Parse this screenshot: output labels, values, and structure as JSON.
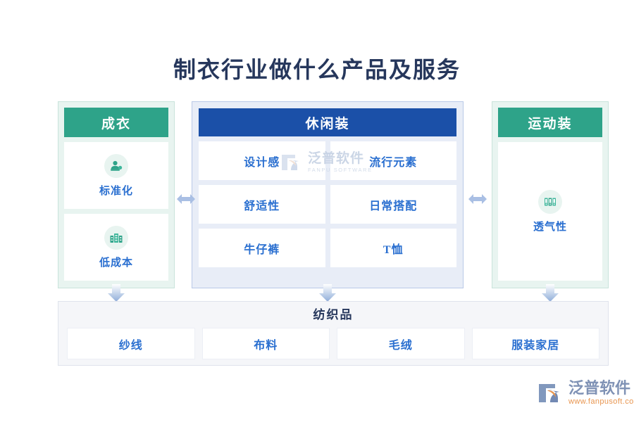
{
  "page": {
    "title": "制衣行业做什么产品及服务",
    "background": "#ffffff"
  },
  "colors": {
    "green_header": "#2ea389",
    "blue_header": "#1b50a8",
    "card_text": "#2a6fd0",
    "title_text": "#26375c",
    "arrow": "#a9bfe4",
    "logo_orange": "#e8954f",
    "logo_blue": "#7f92b5"
  },
  "columns": {
    "left": {
      "header": "成衣",
      "cards": [
        {
          "label": "标准化",
          "icon": "user-stamp-icon"
        },
        {
          "label": "低成本",
          "icon": "buildings-icon"
        }
      ]
    },
    "center": {
      "header": "休闲装",
      "cards": [
        {
          "label": "设计感"
        },
        {
          "label": "流行元素"
        },
        {
          "label": "舒适性"
        },
        {
          "label": "日常搭配"
        },
        {
          "label": "牛仔裤"
        },
        {
          "label": "T恤"
        }
      ],
      "watermark": {
        "cn": "泛普软件",
        "en": "FANPU SOFTWARE"
      }
    },
    "right": {
      "header": "运动装",
      "cards": [
        {
          "label": "透气性",
          "icon": "files-icon"
        }
      ]
    }
  },
  "connectors": {
    "horizontal": [
      {
        "name": "arrow-left-center",
        "icon": "double-arrow-horizontal-icon"
      },
      {
        "name": "arrow-center-right",
        "icon": "double-arrow-horizontal-icon"
      }
    ],
    "vertical": [
      {
        "name": "arrow-down-left",
        "icon": "arrow-down-icon"
      },
      {
        "name": "arrow-down-center",
        "icon": "arrow-down-icon"
      },
      {
        "name": "arrow-down-right",
        "icon": "arrow-down-icon"
      }
    ]
  },
  "bottom": {
    "title": "纺织品",
    "cards": [
      {
        "label": "纱线"
      },
      {
        "label": "布料"
      },
      {
        "label": "毛绒"
      },
      {
        "label": "服装家居"
      }
    ]
  },
  "logo": {
    "name": "泛普软件",
    "url": "www.fanpusoft.com",
    "mark": "fanpu-logo-icon"
  }
}
